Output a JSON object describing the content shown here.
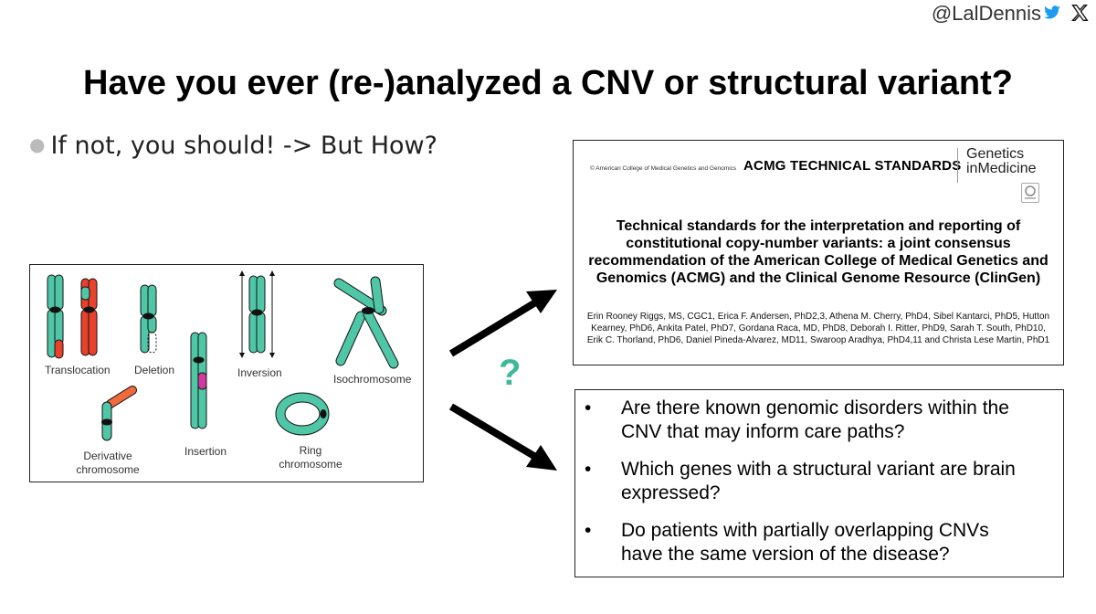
{
  "header": {
    "handle": "@LalDennis"
  },
  "slide": {
    "title": "Have you ever (re-)analyzed a CNV or structural variant?",
    "bullet": "If not, you should! -> But How?",
    "question_mark": "?"
  },
  "chromosome_figure": {
    "labels": {
      "translocation": "Translocation",
      "deletion": "Deletion",
      "inversion": "Inversion",
      "isochromosome": "Isochromosome",
      "derivative_1": "Derivative",
      "derivative_2": "chromosome",
      "insertion": "Insertion",
      "ring_1": "Ring",
      "ring_2": "chromosome"
    },
    "colors": {
      "green": "#4fc6a6",
      "red": "#e8412c",
      "orange": "#ef6a3c",
      "magenta": "#d13aa0"
    }
  },
  "paper": {
    "copyright": "© American College of Medical Genetics and Genomics",
    "series": "ACMG TECHNICAL STANDARDS",
    "journal_line1": "Genetics",
    "journal_line2": "inMedicine",
    "title": "Technical standards for the interpretation and reporting of constitutional copy-number variants: a joint consensus recommendation of the American College of Medical Genetics and Genomics (ACMG) and the Clinical Genome Resource (ClinGen)",
    "authors": "Erin Rooney Riggs, MS, CGC1, Erica F. Andersen, PhD2,3, Athena M. Cherry, PhD4, Sibel Kantarci, PhD5, Hutton Kearney, PhD6, Ankita Patel, PhD7, Gordana Raca, MD, PhD8, Deborah I. Ritter, PhD9, Sarah T. South, PhD10, Erik C. Thorland, PhD6, Daniel Pineda-Alvarez, MD11, Swaroop Aradhya, PhD4,11 and Christa Lese Martin, PhD1"
  },
  "questions": {
    "bullet_char": "•",
    "items": [
      "Are there known genomic disorders within the CNV that may inform care paths?",
      "Which genes with a structural variant are brain expressed?",
      "Do patients with partially overlapping CNVs have the same version of the disease?"
    ]
  }
}
